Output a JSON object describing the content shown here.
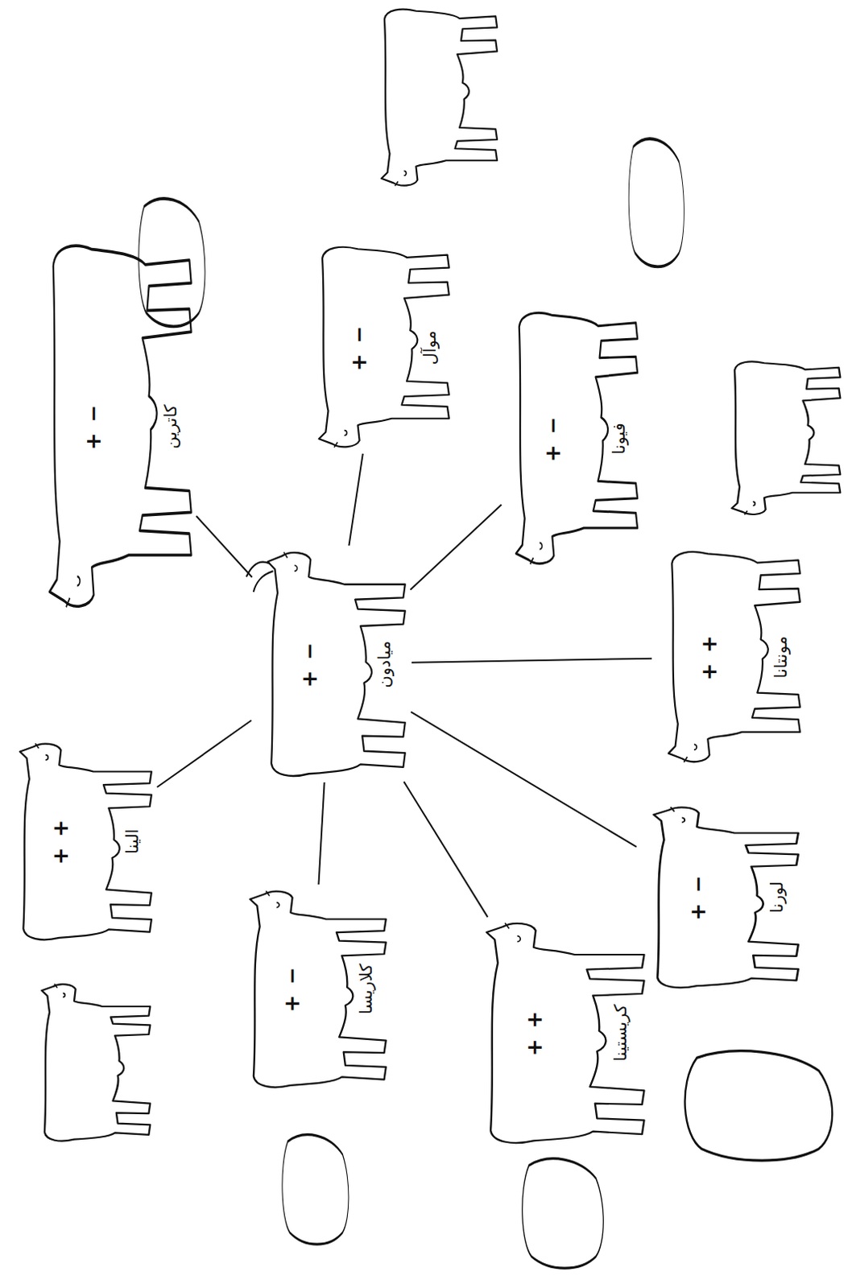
{
  "diagram": {
    "nodes": [
      {
        "text": [
          "ميادون",
          "+ −"
        ]
      },
      {
        "text": [
          "كاترين",
          "+ −"
        ]
      },
      {
        "text": [
          "موآل",
          "+ −"
        ]
      },
      {
        "text": [
          "فيونا",
          "+ −"
        ]
      },
      {
        "text": [
          "مونتانا",
          "+ +"
        ]
      },
      {
        "text": [
          "لورنا",
          "+ −"
        ]
      },
      {
        "text": [
          "كريستينا",
          "+ +"
        ]
      },
      {
        "text": [
          "كلاريسا",
          "+ −"
        ]
      },
      {
        "text": [
          "الينا",
          "+ +"
        ]
      }
    ],
    "edges": [
      {
        "from": 0,
        "to": 1,
        "arrow": "none"
      },
      {
        "from": 0,
        "to": 2,
        "arrow": "none"
      },
      {
        "from": 0,
        "to": 3,
        "arrow": "none"
      },
      {
        "from": 0,
        "to": 4,
        "arrow": "none"
      },
      {
        "from": 0,
        "to": 5,
        "arrow": "none"
      },
      {
        "from": 0,
        "to": 6,
        "arrow": "none"
      },
      {
        "from": 0,
        "to": 7,
        "arrow": "none"
      },
      {
        "from": 0,
        "to": 8,
        "arrow": "none"
      }
    ]
  }
}
